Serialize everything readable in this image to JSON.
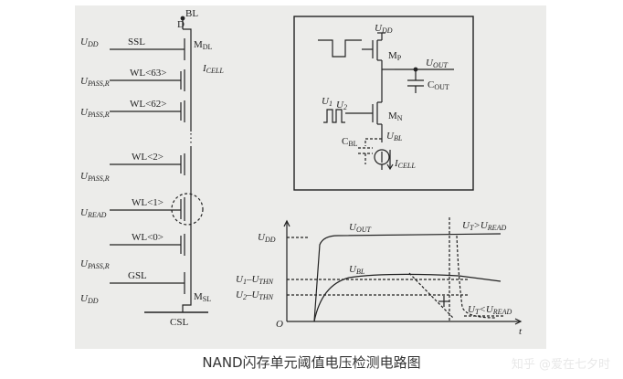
{
  "caption": "NAND闪存单元阈值电压检测电路图",
  "watermark": "知乎 @爱在七夕时",
  "colors": {
    "paper": "#ececea",
    "ink": "#222222",
    "page": "#ffffff",
    "caption": "#333333"
  },
  "string": {
    "bl": "BL",
    "d": "D",
    "m_dl": "M",
    "m_dl_sub": "DL",
    "icell": "I",
    "icell_sub": "CELL",
    "u_dd_top": "U",
    "u_dd_top_sub": "DD",
    "ssl": "SSL",
    "u_pass_1": "U",
    "u_pass_1_sub": "PASS,R",
    "wl63": "WL<63>",
    "u_pass_2": "U",
    "u_pass_2_sub": "PASS,R",
    "wl62": "WL<62>",
    "u_pass_3": "U",
    "u_pass_3_sub": "PASS,R",
    "wl2": "WL<2>",
    "u_read": "U",
    "u_read_sub": "READ",
    "wl1": "WL<1>",
    "u_pass_4": "U",
    "u_pass_4_sub": "PASS,R",
    "wl0": "WL<0>",
    "u_dd_bot": "U",
    "u_dd_bot_sub": "DD",
    "gsl": "GSL",
    "m_sl": "M",
    "m_sl_sub": "SL",
    "csl": "CSL"
  },
  "sense": {
    "u_dd": "U",
    "u_dd_sub": "DD",
    "mp": "M",
    "mp_sub": "P",
    "u_out": "U",
    "u_out_sub": "OUT",
    "c_out": "C",
    "c_out_sub": "OUT",
    "u1": "U",
    "u1_sub": "1",
    "u2": "U",
    "u2_sub": "2",
    "mn": "M",
    "mn_sub": "N",
    "u_bl": "U",
    "u_bl_sub": "BL",
    "c_bl": "C",
    "c_bl_sub": "BL",
    "i_cell": "I",
    "i_cell_sub": "CELL"
  },
  "waveform": {
    "u_dd": "U",
    "u_dd_sub": "DD",
    "u_out": "U",
    "u_out_sub": "OUT",
    "cond_hi_a": "U",
    "cond_hi_a_sub": "T",
    "cond_hi_op": ">",
    "cond_hi_b": "U",
    "cond_hi_b_sub": "READ",
    "u_bl": "U",
    "u_bl_sub": "BL",
    "lv1_a": "U",
    "lv1_a_sub": "1",
    "lv1_op": "–",
    "lv1_b": "U",
    "lv1_b_sub": "THN",
    "lv2_a": "U",
    "lv2_a_sub": "2",
    "lv2_op": "–",
    "lv2_b": "U",
    "lv2_b_sub": "THN",
    "cond_lo_a": "U",
    "cond_lo_a_sub": "T",
    "cond_lo_op": "<",
    "cond_lo_b": "U",
    "cond_lo_b_sub": "READ",
    "origin": "O",
    "t_axis": "t"
  }
}
